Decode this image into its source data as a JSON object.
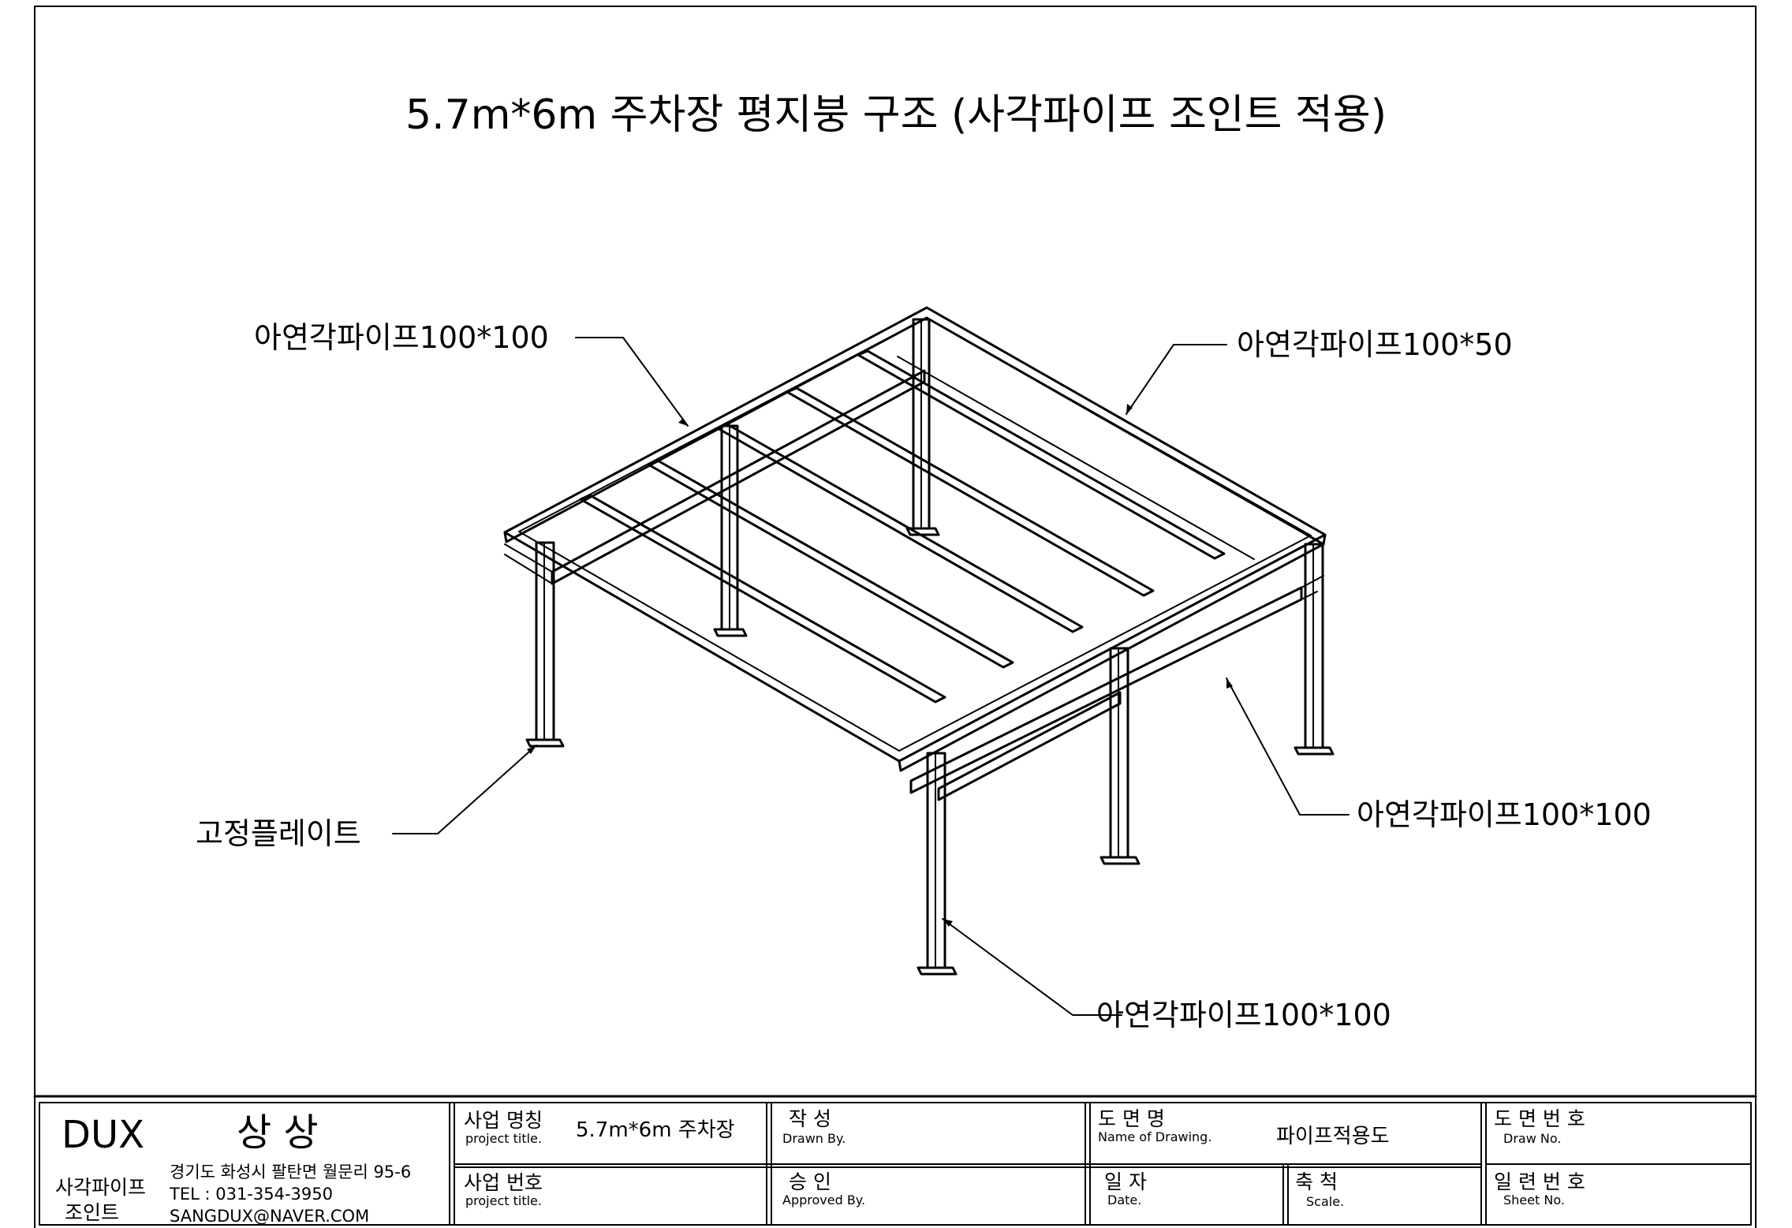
{
  "title": "5.7m*6m 주차장 평지붕 구조 (사각파이프 조인트 적용)",
  "callouts": {
    "top_left": "아연각파이프100*100",
    "top_right": "아연각파이프100*50",
    "right": "아연각파이프100*100",
    "bottom": "아연각파이프100*100",
    "plate": "고정플레이트"
  },
  "title_block": {
    "company": "DUX",
    "brand": "상 상",
    "brand_sub_line1": "사각파이프",
    "brand_sub_line2": "조인트",
    "address": "경기도 화성시 팔탄면 월문리 95-6",
    "tel": "TEL : 031-354-3950",
    "email": "SANGDUX@NAVER.COM",
    "project_name_label": "사업 명칭",
    "project_name_sub": "project title.",
    "project_name_value": "5.7m*6m 주차장",
    "project_no_label": "사업 번호",
    "project_no_sub": "project title.",
    "drawn_label": "작   성",
    "drawn_sub": "Drawn By.",
    "approved_label": "승   인",
    "approved_sub": "Approved By.",
    "drawing_name_label": "도  면  명",
    "drawing_name_sub": "Name of Drawing.",
    "drawing_name_value": "파이프적용도",
    "date_label": "일   자",
    "date_sub": "Date.",
    "scale_label": "축   척",
    "scale_sub": "Scale.",
    "draw_no_label": "도 면 번 호",
    "draw_no_sub": "Draw No.",
    "sheet_no_label": "일 련 번 호",
    "sheet_no_sub": "Sheet No."
  }
}
